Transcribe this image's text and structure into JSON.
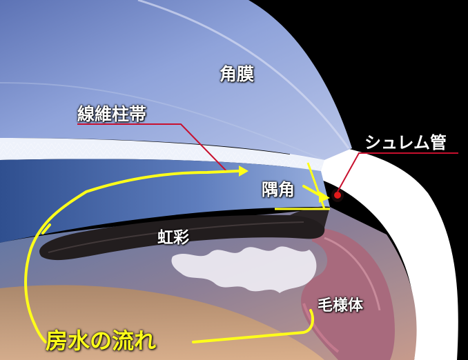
{
  "labels": {
    "cornea": "角膜",
    "trabecular_meshwork": "線維柱帯",
    "schlemm_canal": "シュレム管",
    "angle": "隅角",
    "iris": "虹彩",
    "ciliary_body": "毛様体",
    "aqueous_flow": "房水の流れ"
  },
  "colors": {
    "flow_arrow": "#ffff1a",
    "pointer_line": "#c8102e",
    "background": "#000000",
    "cornea_blue": "#6f86c6",
    "sclera": "#ffffff"
  }
}
